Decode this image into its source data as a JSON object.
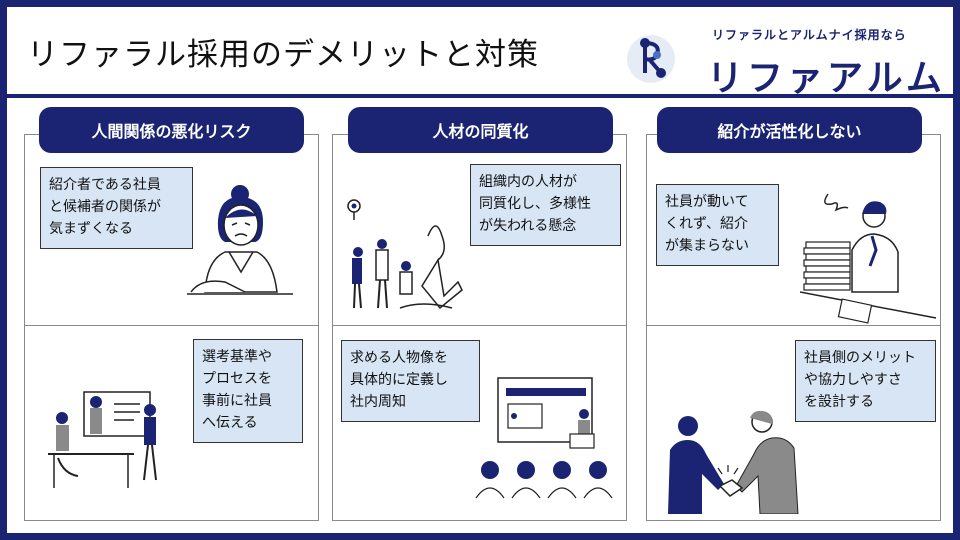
{
  "header": {
    "title": "リファラル採用のデメリットと対策",
    "logo_tagline": "リファラルとアルムナイ採用なら",
    "logo_name": "リファアルム"
  },
  "columns": [
    {
      "heading": "人間関係の悪化リスク",
      "demerit_lines": [
        "紹介者である社員",
        "と候補者の関係が",
        "気まずくなる"
      ],
      "solution_lines": [
        "選考基準や",
        "プロセスを",
        "事前に社員",
        "へ伝える"
      ]
    },
    {
      "heading": "人材の同質化",
      "demerit_lines": [
        "組織内の人材が",
        "同質化し、多様性",
        "が失われる懸念"
      ],
      "solution_lines": [
        "求める人物像を",
        "具体的に定義し",
        "社内周知"
      ]
    },
    {
      "heading": "紹介が活性化しない",
      "demerit_lines": [
        "社員が動いて",
        "くれず、紹介",
        "が集まらない"
      ],
      "solution_lines": [
        "社員側のメリット",
        "や協力しやすさ",
        "を設計する"
      ]
    }
  ],
  "colors": {
    "navy": "#1a2472",
    "note_fill": "#d7e5f5"
  }
}
